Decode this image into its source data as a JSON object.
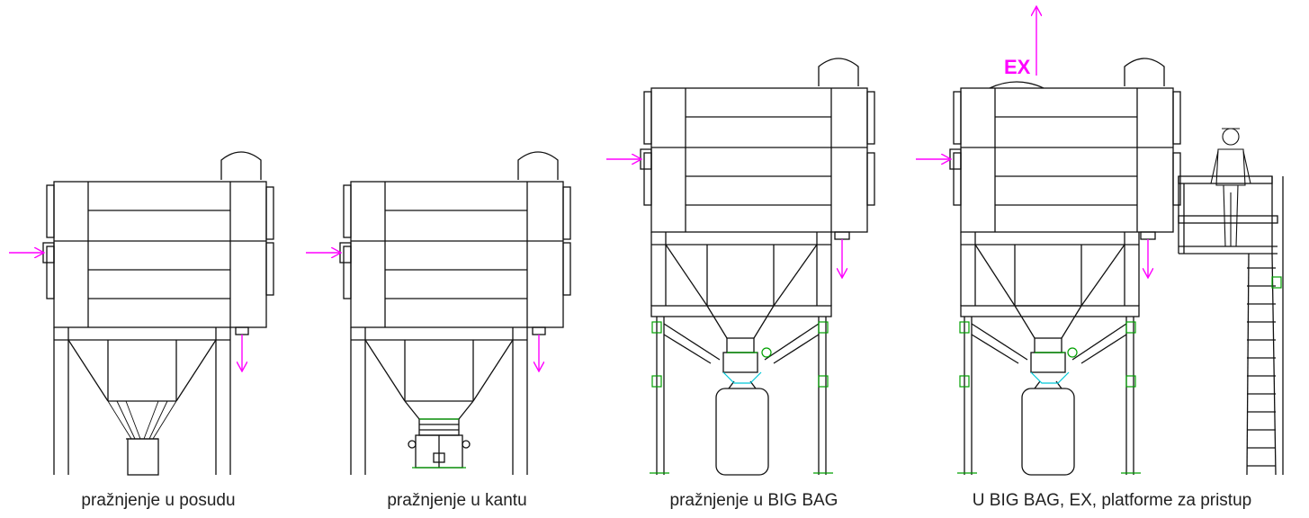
{
  "colors": {
    "line": "#111111",
    "arrow": "#ff00ff",
    "green": "#00a000",
    "cyan": "#00c8d8"
  },
  "figures": [
    {
      "caption": "pražnjenje u posudu",
      "variant": "container"
    },
    {
      "caption": "pražnjenje u kantu",
      "variant": "bin"
    },
    {
      "caption": "pražnjenje u BIG BAG",
      "variant": "bigbag"
    },
    {
      "caption": "U BIG BAG, EX, platforme za pristup",
      "variant": "bigbag-ex-platform"
    }
  ],
  "ex_label": "EX"
}
